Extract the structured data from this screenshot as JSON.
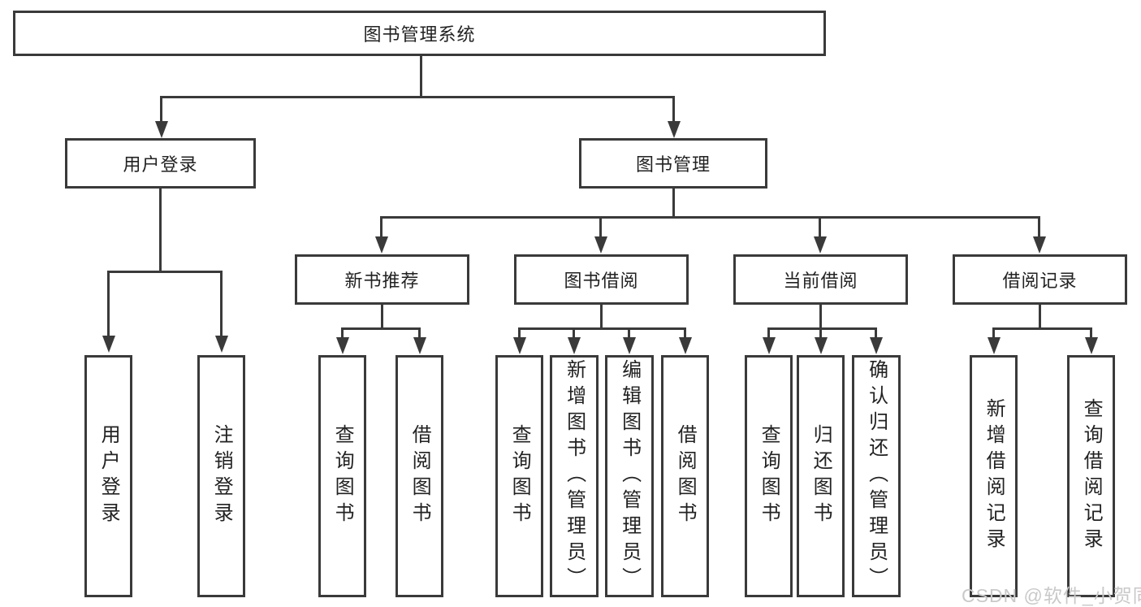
{
  "diagram": {
    "root": {
      "label": "图书管理系统"
    },
    "level2": [
      {
        "label": "用户登录"
      },
      {
        "label": "图书管理"
      }
    ],
    "level3": [
      {
        "label": "新书推荐"
      },
      {
        "label": "图书借阅"
      },
      {
        "label": "当前借阅"
      },
      {
        "label": "借阅记录"
      }
    ],
    "leaves": [
      {
        "label": "用户登录"
      },
      {
        "label": "注销登录"
      },
      {
        "label": "查询图书"
      },
      {
        "label": "借阅图书"
      },
      {
        "label": "查询图书"
      },
      {
        "label": "新增图书（管理员）"
      },
      {
        "label": "编辑图书（管理员）"
      },
      {
        "label": "借阅图书"
      },
      {
        "label": "查询图书"
      },
      {
        "label": "归还图书"
      },
      {
        "label": "确认归还（管理员）"
      },
      {
        "label": "新增借阅记录"
      },
      {
        "label": "查询借阅记录"
      }
    ]
  },
  "watermark": {
    "text": "CSDN @软件_小贺同学"
  },
  "colors": {
    "line": "#3a3a3a",
    "text": "#222222",
    "background": "#ffffff",
    "watermark": "#c9c9c9"
  }
}
